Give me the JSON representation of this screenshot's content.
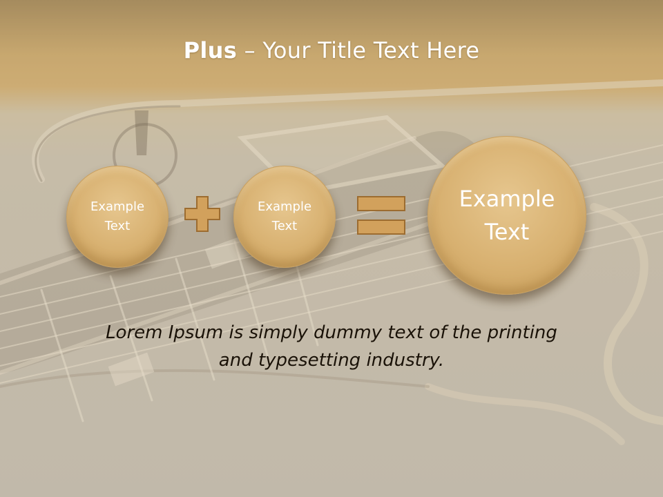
{
  "slide": {
    "title_bold": "Plus",
    "title_rest": " – Your Title Text Here",
    "circles": [
      {
        "line1": "Example",
        "line2": "Text"
      },
      {
        "line1": "Example",
        "line2": "Text"
      },
      {
        "line1": "Example",
        "line2": "Text"
      }
    ],
    "caption_line1": "Lorem Ipsum is simply dummy text of the printing",
    "caption_line2": "and typesetting industry."
  },
  "colors": {
    "accent": "#d4a55c",
    "operator_fill": "#d2a15c",
    "operator_stroke": "#9c6c30",
    "text_dark": "#1a1208"
  }
}
